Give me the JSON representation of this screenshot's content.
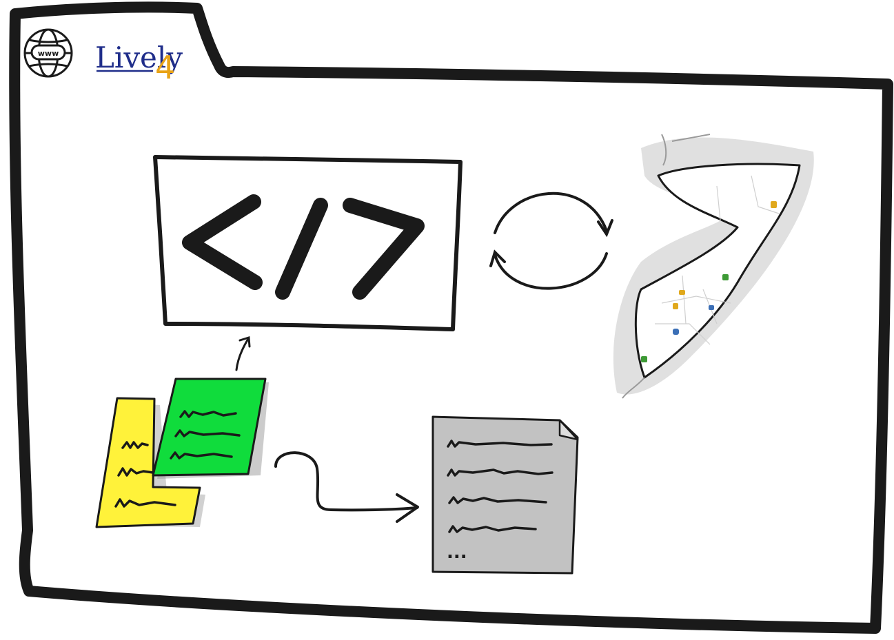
{
  "header": {
    "brand_name": "Lively",
    "brand_version": "4",
    "globe_label": "www"
  },
  "colors": {
    "frame": "#1a1a1a",
    "brand_blue": "#1f2d8a",
    "brand_orange": "#e8a317",
    "note_yellow": "#fff23a",
    "note_green": "#10dc3c",
    "document_gray": "#c2c2c2",
    "map_shadow": "#d6d6d6",
    "marker_orange": "#e0a81c",
    "marker_green": "#3d9a35",
    "marker_blue": "#3b6fb6"
  },
  "icons": [
    "globe-www-icon",
    "code-tag-icon",
    "cycle-arrows-icon",
    "map-icon",
    "sticky-notes-icon",
    "document-icon"
  ],
  "document": {
    "ellipsis": "..."
  }
}
